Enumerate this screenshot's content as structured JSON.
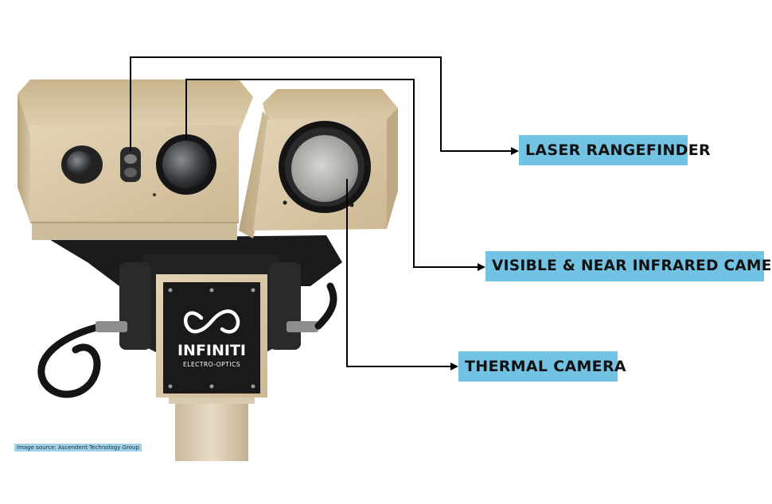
{
  "labels": {
    "laser_rangefinder": "LASER RANGEFINDER",
    "visible_nir_camera": "VISIBLE & NEAR INFRARED CAMERA",
    "thermal_camera": "THERMAL CAMERA"
  },
  "brand": {
    "name": "INFINITI",
    "tagline": "ELECTRO-OPTICS"
  },
  "credit": "Image source: Ascendent Technology Group",
  "colors": {
    "callout_bg": "#72c3e3",
    "housing_tan": "#d8c7a4",
    "mount_black": "#1b1b1b",
    "leader_line": "#000000"
  },
  "icons": [
    "infiniti-logo-icon",
    "arrow-right-icon"
  ]
}
